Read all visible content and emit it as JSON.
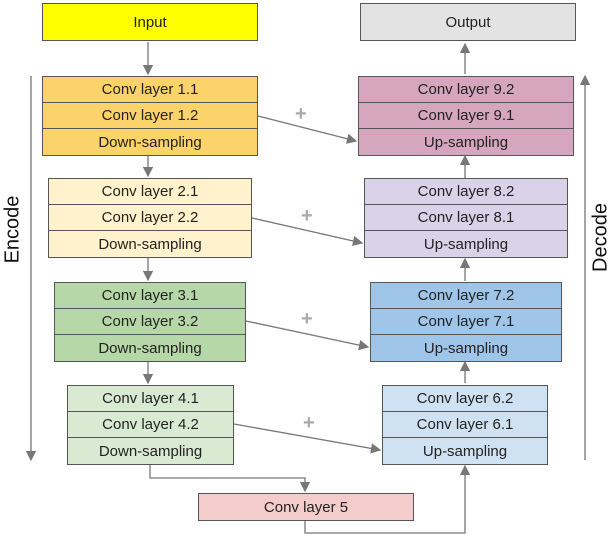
{
  "input": {
    "label": "Input",
    "color": "#ffff00"
  },
  "output": {
    "label": "Output",
    "color": "#e3e3e3"
  },
  "encode_label": "Encode",
  "decode_label": "Decode",
  "encoder": [
    {
      "rows": [
        "Conv layer 1.1",
        "Conv layer 1.2",
        "Down-sampling"
      ],
      "color": "#fcd36a"
    },
    {
      "rows": [
        "Conv layer 2.1",
        "Conv layer 2.2",
        "Down-sampling"
      ],
      "color": "#fff2cc"
    },
    {
      "rows": [
        "Conv layer 3.1",
        "Conv layer 3.2",
        "Down-sampling"
      ],
      "color": "#b6d7a8"
    },
    {
      "rows": [
        "Conv layer 4.1",
        "Conv layer 4.2",
        "Down-sampling"
      ],
      "color": "#d9ead3"
    }
  ],
  "bottleneck": {
    "label": "Conv layer 5",
    "color": "#f4cccc"
  },
  "decoder": [
    {
      "rows": [
        "Conv layer 9.2",
        "Conv layer 9.1",
        "Up-sampling"
      ],
      "color": "#d5a6bd"
    },
    {
      "rows": [
        "Conv layer 8.2",
        "Conv layer 8.1",
        "Up-sampling"
      ],
      "color": "#d9d2e9"
    },
    {
      "rows": [
        "Conv layer 7.2",
        "Conv layer 7.1",
        "Up-sampling"
      ],
      "color": "#9fc5e8"
    },
    {
      "rows": [
        "Conv layer 6.2",
        "Conv layer 6.1",
        "Up-sampling"
      ],
      "color": "#cfe2f3"
    }
  ],
  "skip_symbol": "+"
}
